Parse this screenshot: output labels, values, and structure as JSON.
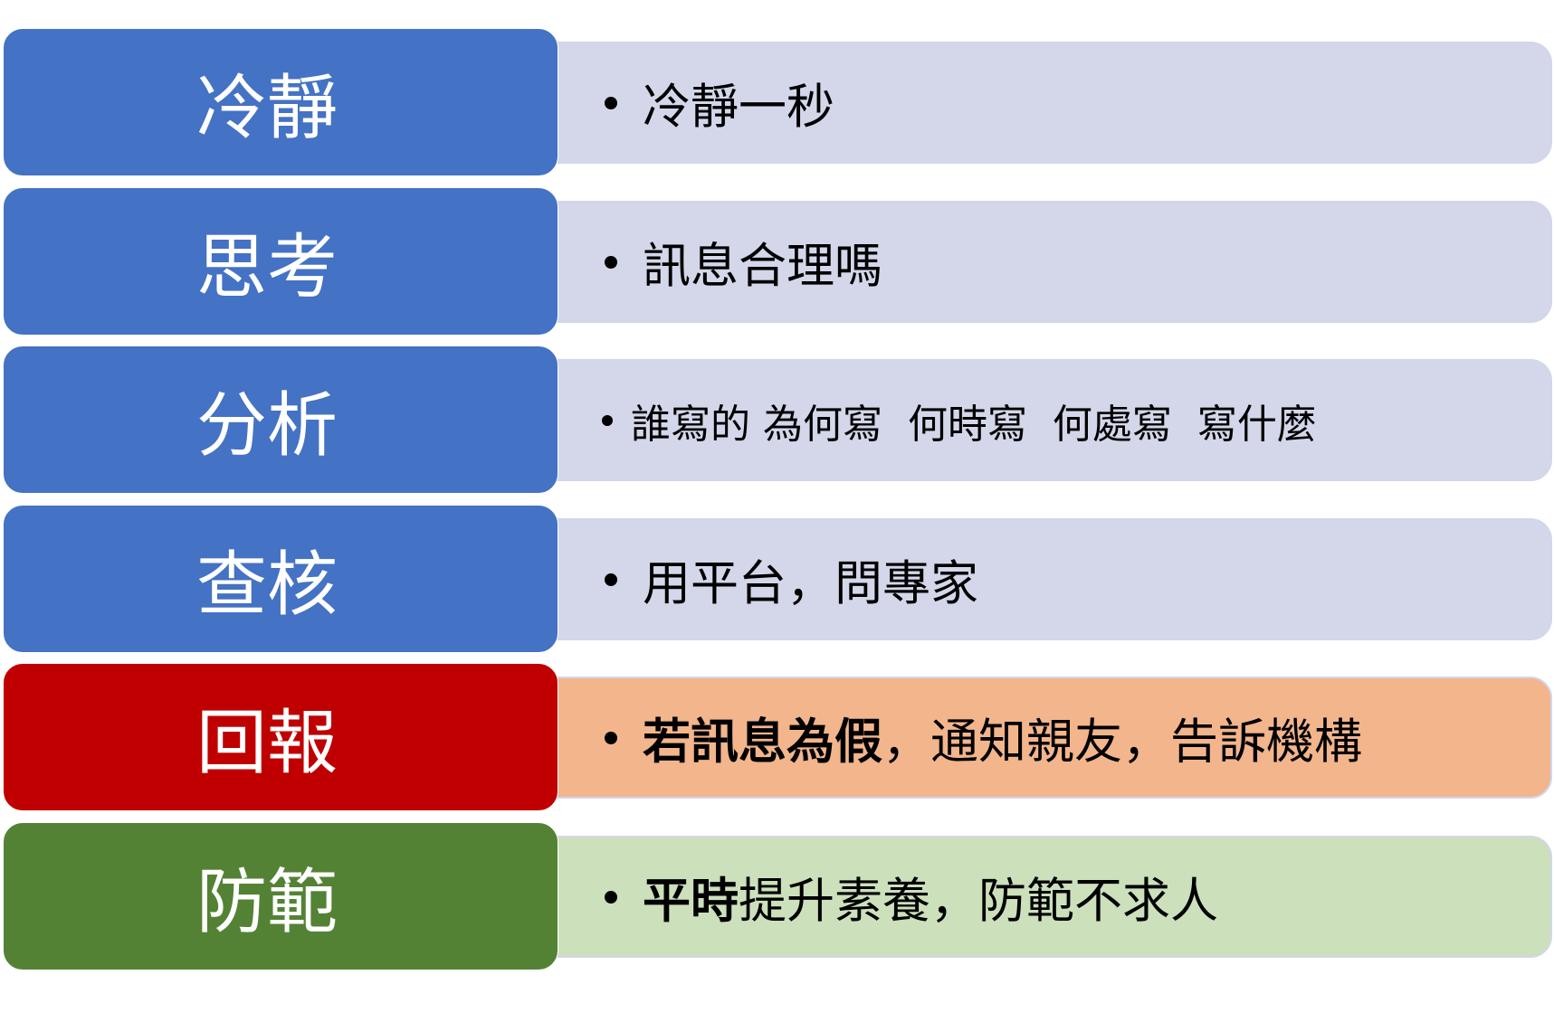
{
  "colors": {
    "blue": "#4472c4",
    "red": "#c00000",
    "green": "#548235",
    "lavender": "#d4d7ea",
    "peach": "#f2b58c",
    "lightgreen": "#cce0bb"
  },
  "rows": [
    {
      "label": "冷靜",
      "text": "冷靜一秒"
    },
    {
      "label": "思考",
      "text": "訊息合理嗎"
    },
    {
      "label": "分析",
      "text": "誰寫的 為何寫  何時寫  何處寫  寫什麼"
    },
    {
      "label": "查核",
      "text": "用平台，問專家"
    },
    {
      "label": "回報",
      "bold": "若訊息為假",
      "text": "，通知親友，告訴機構"
    },
    {
      "label": "防範",
      "bold": "平時",
      "text": "提升素養，防範不求人"
    }
  ]
}
